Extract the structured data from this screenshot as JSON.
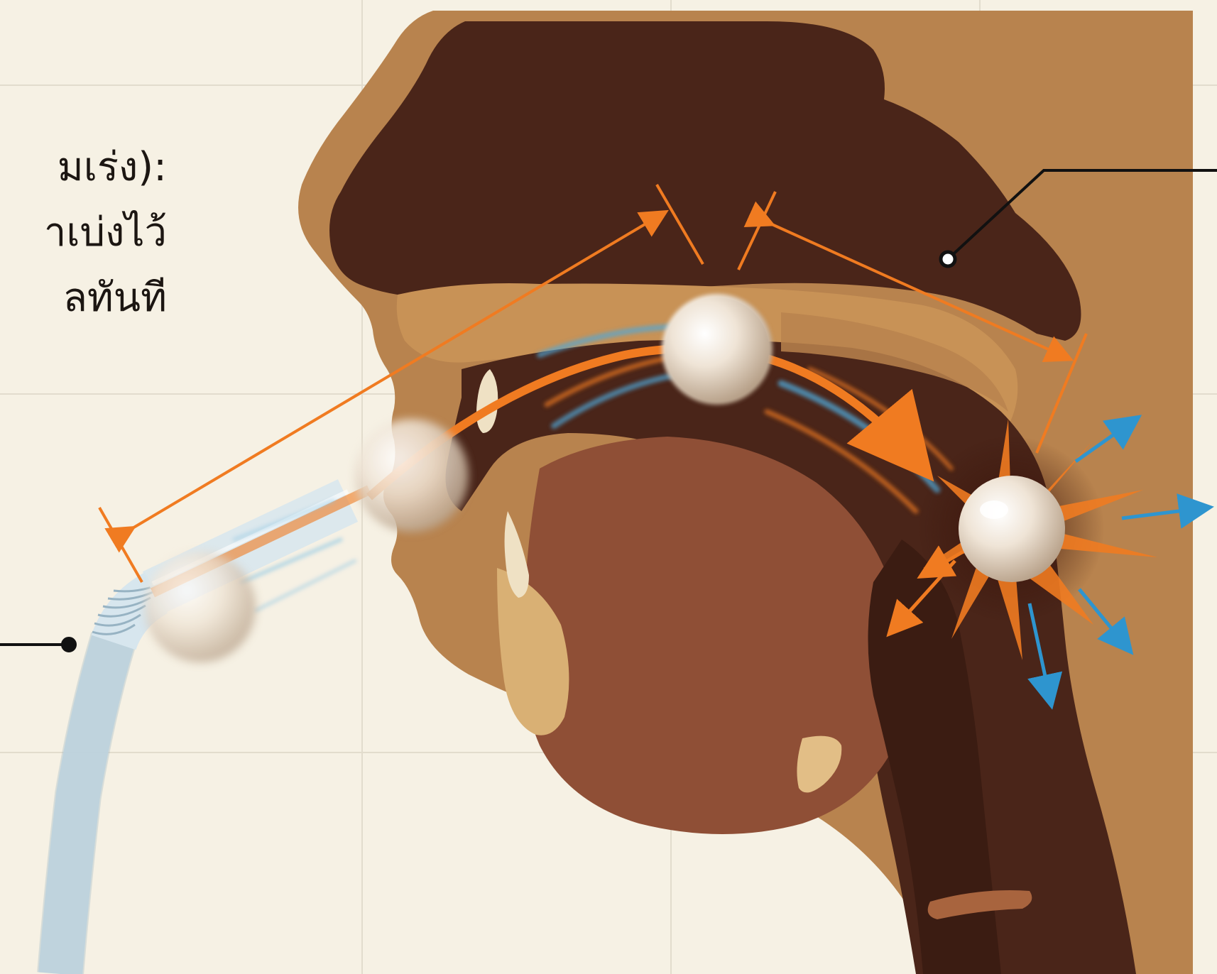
{
  "caption": {
    "lines": [
      "มเร่ง):",
      "าเบ่งไว้",
      "ลทันที"
    ]
  },
  "colors": {
    "background": "#f6f1e4",
    "grid": "#e2dccd",
    "head_outer": "#b8834e",
    "head_dark": "#4a2519",
    "tongue": "#8f4f36",
    "light_tissue": "#d9b074",
    "flow_orange": "#f07b21",
    "flow_blue": "#2e95cf",
    "tube": "#cfe0ea",
    "callout_line": "#111111"
  },
  "icons": {
    "pearl": "pearl-ball-icon",
    "tube": "drinking-straw-icon",
    "burst": "impact-burst-icon"
  }
}
